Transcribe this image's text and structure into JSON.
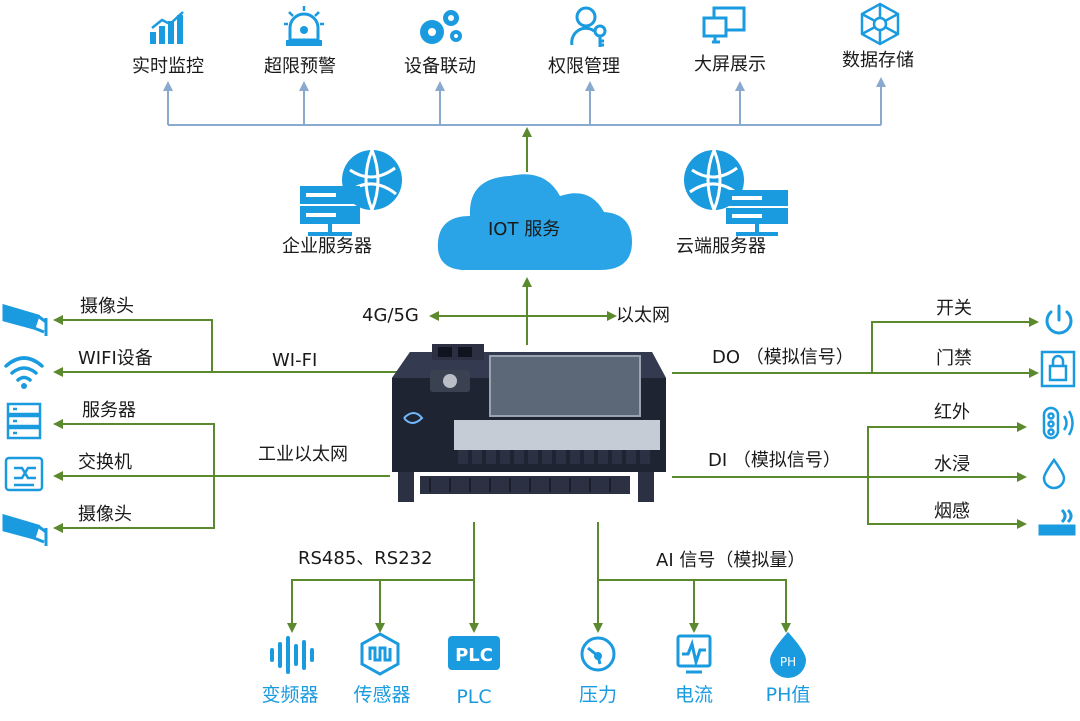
{
  "colors": {
    "top_arrow": "#8aa9cf",
    "green_line": "#5b8a2e",
    "icon_blue": "#1a9be0",
    "cloud_blue": "#2aa4e6"
  },
  "top_functions": [
    {
      "label": "实时监控",
      "icon": "bar-chart-up-icon"
    },
    {
      "label": "超限预警",
      "icon": "alarm-light-icon"
    },
    {
      "label": "设备联动",
      "icon": "gears-icon"
    },
    {
      "label": "权限管理",
      "icon": "user-key-icon"
    },
    {
      "label": "大屏展示",
      "icon": "monitors-icon"
    },
    {
      "label": "数据存储",
      "icon": "network-hexagon-icon"
    }
  ],
  "servers": {
    "enterprise": "企业服务器",
    "cloud": "云端服务器"
  },
  "cloud_label": "IOT 服务",
  "network": {
    "cellular": "4G/5G",
    "ethernet": "以太网"
  },
  "left_wifi": {
    "link_label": "WI-FI",
    "devices": [
      {
        "label": "摄像头",
        "icon": "camera-icon"
      },
      {
        "label": "WIFI设备",
        "icon": "wifi-icon"
      }
    ]
  },
  "left_ethernet": {
    "link_label": "工业以太网",
    "devices": [
      {
        "label": "服务器",
        "icon": "server-rack-icon"
      },
      {
        "label": "交换机",
        "icon": "switch-icon"
      },
      {
        "label": "摄像头",
        "icon": "camera-icon"
      }
    ]
  },
  "right_do": {
    "link_label": "DO （模拟信号）",
    "devices": [
      {
        "label": "开关",
        "icon": "power-icon"
      },
      {
        "label": "门禁",
        "icon": "door-lock-icon"
      }
    ]
  },
  "right_di": {
    "link_label": "DI （模拟信号）",
    "devices": [
      {
        "label": "红外",
        "icon": "infrared-icon"
      },
      {
        "label": "水浸",
        "icon": "water-drop-icon"
      },
      {
        "label": "烟感",
        "icon": "smoke-icon"
      }
    ]
  },
  "bottom_rs": {
    "link_label": "RS485、RS232",
    "devices": [
      {
        "label": "变频器",
        "icon": "waveform-icon"
      },
      {
        "label": "传感器",
        "icon": "sensor-icon"
      },
      {
        "label": "PLC",
        "icon": "plc-icon"
      }
    ]
  },
  "bottom_ai": {
    "link_label": "AI 信号（模拟量）",
    "devices": [
      {
        "label": "压力",
        "icon": "gauge-icon"
      },
      {
        "label": "电流",
        "icon": "current-meter-icon"
      },
      {
        "label": "PH值",
        "icon": "ph-drop-icon"
      }
    ]
  }
}
